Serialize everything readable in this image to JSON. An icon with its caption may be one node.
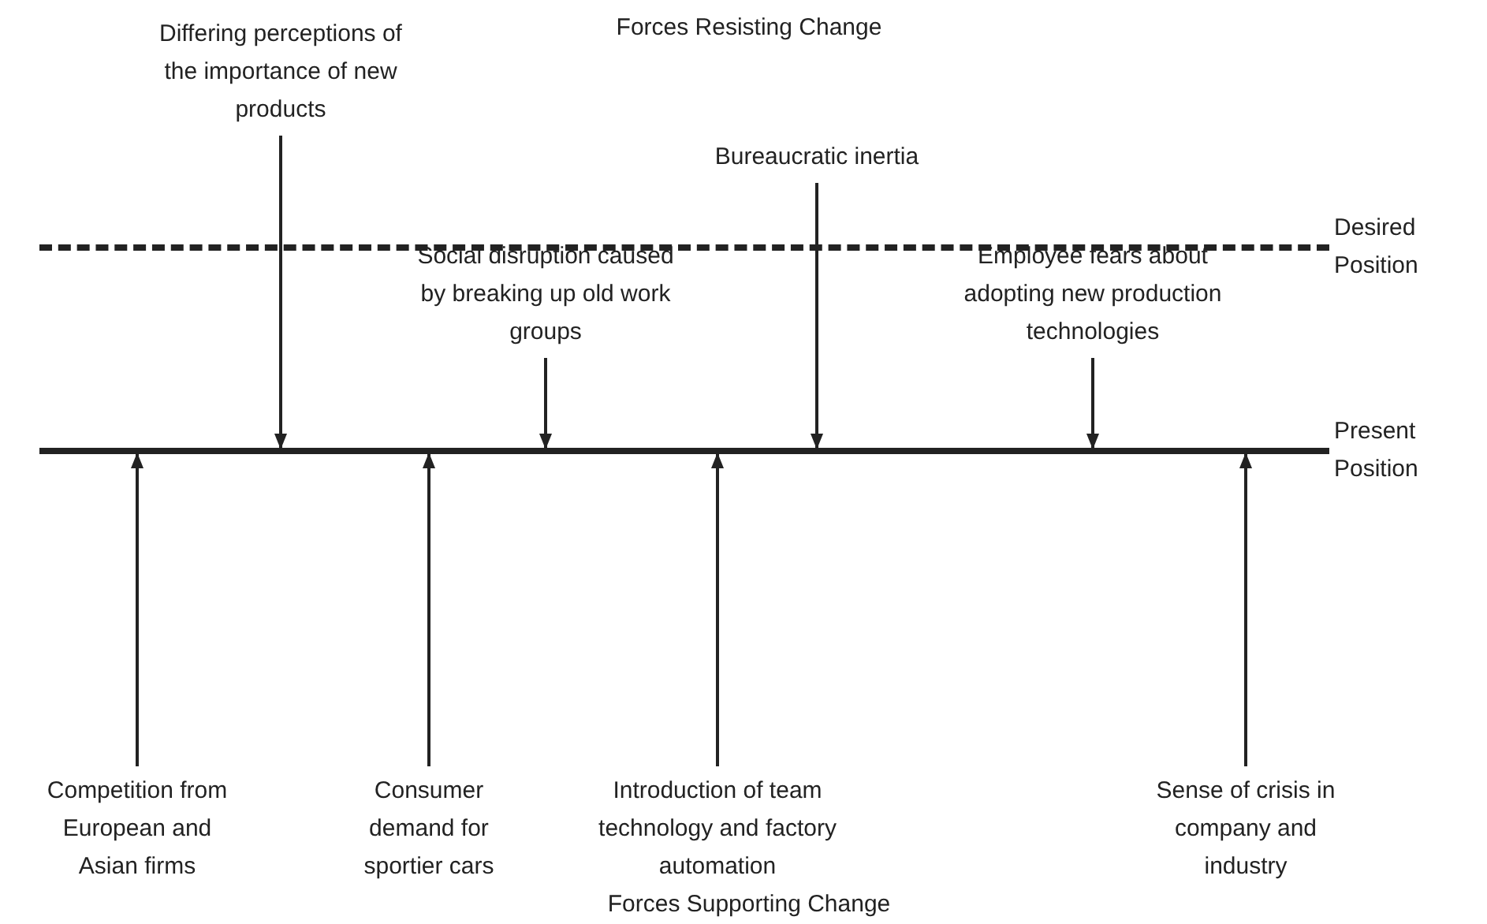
{
  "diagram": {
    "title": "Forces Resisting Change",
    "caption": "Forces Supporting Change",
    "nodes": [
      {
        "text": [
          "Differing perceptions of the importance of new products"
        ]
      },
      {
        "text": [
          "Bureaucratic inertia"
        ]
      },
      {
        "text": [],
        "shape": "bar",
        "beside": [
          "Desired Position"
        ]
      },
      {
        "text": [
          "Social disruption caused by breaking up old work groups"
        ]
      },
      {
        "text": [
          "Employee fears about adopting new production technologies"
        ]
      },
      {
        "text": [],
        "shape": "bar",
        "beside": [
          "Present Position"
        ]
      },
      {
        "text": [
          "Competition from European and Asian firms"
        ]
      },
      {
        "text": [
          "Consumer demand for sportier cars"
        ]
      },
      {
        "text": [
          "Introduction of team technology and factory automation"
        ]
      },
      {
        "text": [
          "Sense of crisis in company and industry"
        ]
      }
    ],
    "edges": [
      {
        "from": 0,
        "to": 5,
        "arrow": "to"
      },
      {
        "from": 1,
        "to": 5,
        "arrow": "to"
      },
      {
        "from": 3,
        "to": 5,
        "arrow": "to"
      },
      {
        "from": 4,
        "to": 5,
        "arrow": "to"
      },
      {
        "from": 6,
        "to": 5,
        "arrow": "to"
      },
      {
        "from": 7,
        "to": 5,
        "arrow": "to"
      },
      {
        "from": 8,
        "to": 5,
        "arrow": "to"
      },
      {
        "from": 9,
        "to": 5,
        "arrow": "to"
      }
    ]
  }
}
